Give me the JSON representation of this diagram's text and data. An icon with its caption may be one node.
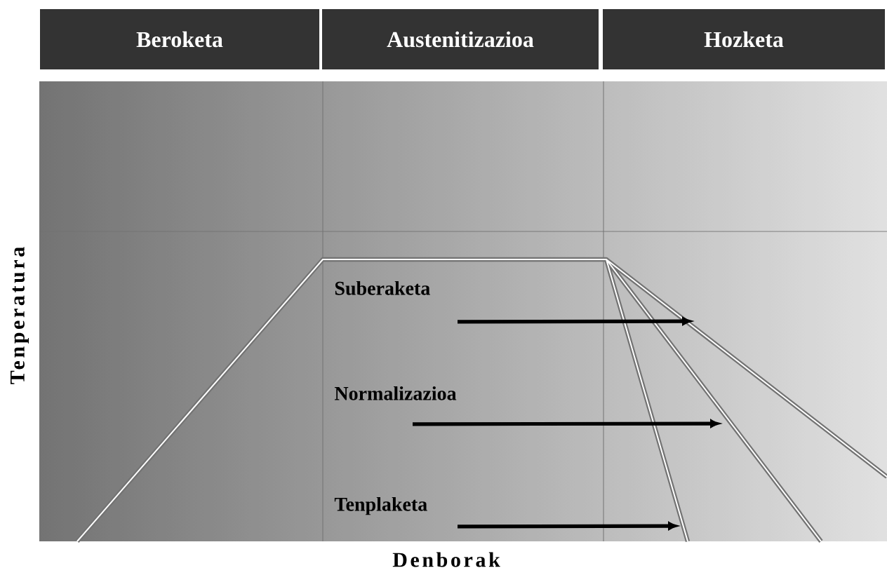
{
  "diagram": {
    "nodes": [
      {
        "text": [
          "Beroketa"
        ]
      },
      {
        "text": [
          "Austenitizazioa"
        ]
      },
      {
        "text": [
          "Hozketa"
        ]
      },
      {
        "text": [
          "Suberaketa"
        ]
      },
      {
        "text": [
          "Normalizazioa"
        ]
      },
      {
        "text": [
          "Tenplaketa"
        ]
      }
    ],
    "edges": [
      {
        "from": 3,
        "to": null,
        "arrow": "to"
      },
      {
        "from": 4,
        "to": null,
        "arrow": "to"
      },
      {
        "from": 5,
        "to": null,
        "arrow": "to"
      }
    ],
    "labels": [
      "Tenperatura",
      "Denborak"
    ]
  }
}
